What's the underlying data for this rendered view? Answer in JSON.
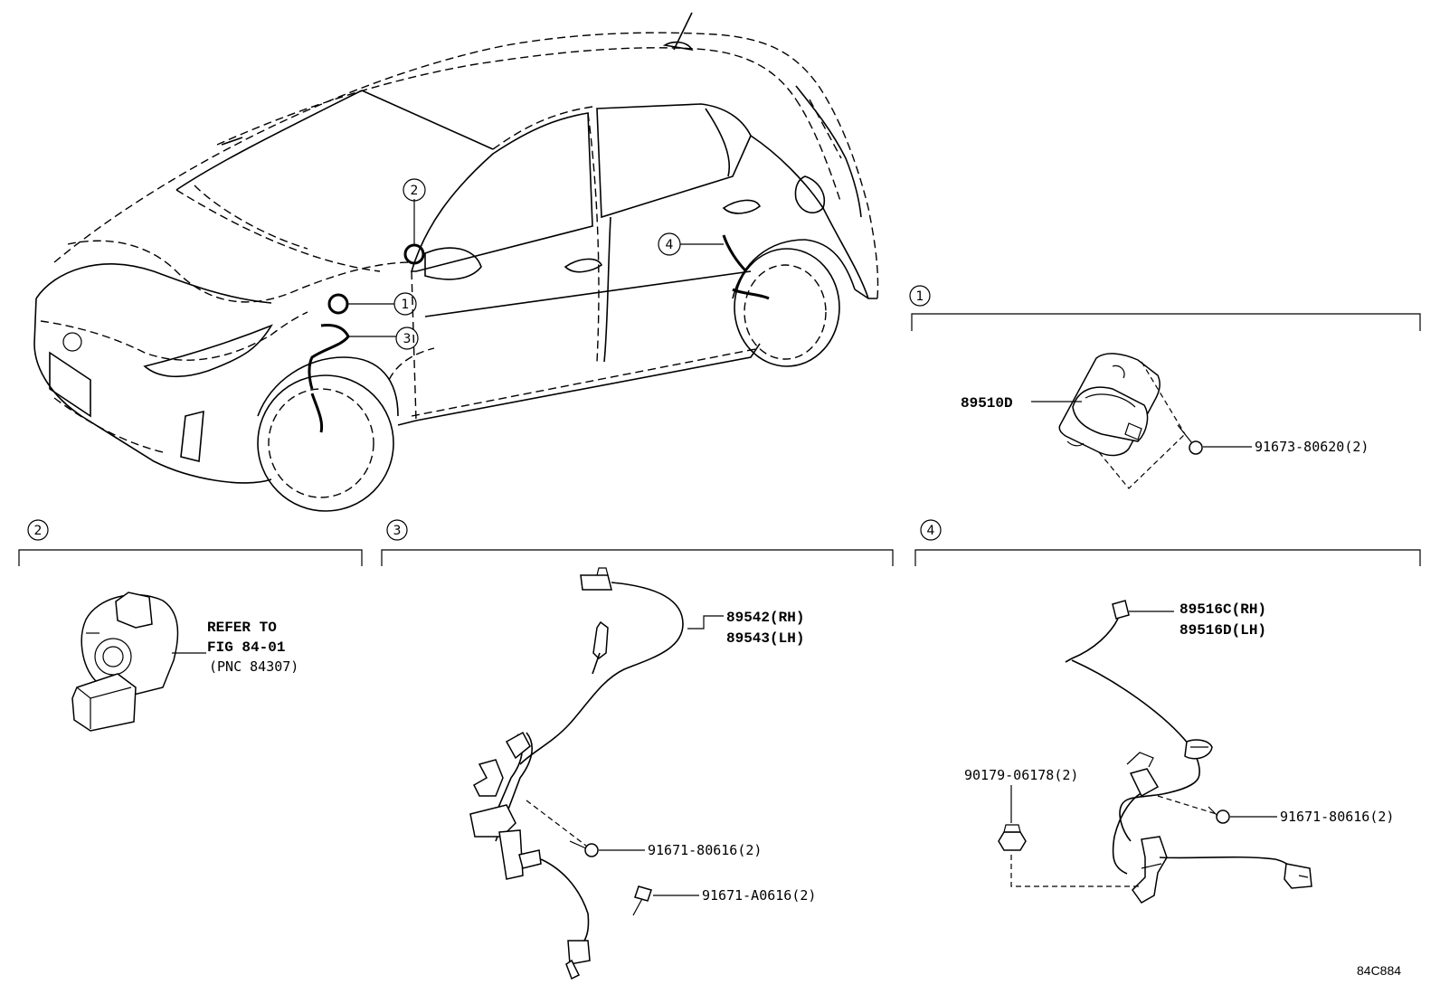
{
  "figure_id": "84C884",
  "callouts": {
    "c1": "1",
    "c2": "2",
    "c3": "3",
    "c4": "4"
  },
  "sections": [
    {
      "num": "1"
    },
    {
      "num": "2"
    },
    {
      "num": "3"
    },
    {
      "num": "4"
    }
  ],
  "section1": {
    "sensor_part": "89510D",
    "bolt_part": "91673-80620(2)"
  },
  "section2": {
    "refer_line1": "REFER TO",
    "refer_line2": "FIG 84-01",
    "refer_line3": "(PNC 84307)"
  },
  "section3": {
    "sensor_rh": "89542(RH)",
    "sensor_lh": "89543(LH)",
    "bolt_a": "91671-80616(2)",
    "bolt_b": "91671-A0616(2)"
  },
  "section4": {
    "sensor_rh": "89516C(RH)",
    "sensor_lh": "89516D(LH)",
    "nut_part": "90179-06178(2)",
    "bolt_part": "91671-80616(2)"
  }
}
